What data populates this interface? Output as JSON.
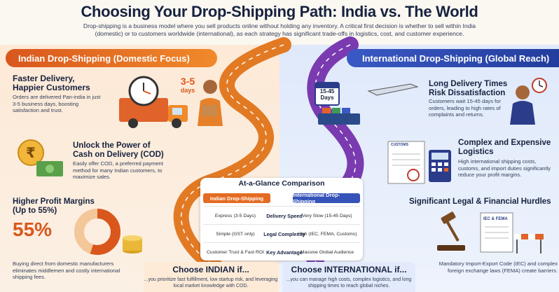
{
  "title": "Choosing Your Drop-Shipping Path: India vs. The World",
  "intro": "Drop-shipping is a business model where you sell products online without holding any inventory. A critical first decision is whether to sell within India (domestic) or to customers worldwide (international), as each strategy has significant trade-offs in logistics, cost, and customer experience.",
  "left": {
    "banner": "Indian Drop-Shipping (Domestic Focus)",
    "s1": {
      "title_1": "Faster Delivery,",
      "title_2": "Happier Customers",
      "body": "Orders are delivered Pan-india in just 3-5 business days, boosting satisfaction and trust.",
      "badge_1": "3-5",
      "badge_2": "days"
    },
    "s2": {
      "title_1": "Unlock the Power of",
      "title_2": "Cash on Delivery (COD)",
      "body": "Easily offer COD, a preferred payment method for many Indian customers, to maximize sales."
    },
    "s3": {
      "title_1": "Higher Profit Margins",
      "title_2": "(Up to 55%)",
      "percent": "55%",
      "percent_value": 55,
      "body": "Buying direct from domestic manufacturers eliminates middlemen and costly international shipping fees."
    }
  },
  "right": {
    "banner": "International Drop-Shipping (Global Reach)",
    "s1": {
      "title_1": "Long Delivery Times",
      "title_2": "Risk Dissatisfaction",
      "body": "Customers wait 15-45 days for orders, leading to high rates of complaints and returns.",
      "cal_1": "15-45",
      "cal_2": "Days"
    },
    "s2": {
      "title_1": "Complex and Expensive",
      "title_2": "Logistics",
      "body": "High international shipping costs, customs, and import duties significantly reduce your profit margins.",
      "doc_label": "CUSTOMS"
    },
    "s3": {
      "title": "Significant Legal & Financial Hurdles",
      "body": "Mandatory Import-Export Code (IEC) and complex foreign exchange laws (FEMA) create barriers.",
      "doc_label": "IEC & FEMA"
    }
  },
  "glance": {
    "title": "At-a-Glance Comparison",
    "header_left": "Indian Drop-Shipping",
    "header_right": "International Drop-Shipping",
    "rows": [
      {
        "left": "Express (3-5 Days)",
        "label": "Delivery Speed",
        "right": "Very Slow (15-45 Days)"
      },
      {
        "left": "Simple (GST only)",
        "label": "Legal Complexity",
        "right": "High (IEC, FEMA, Customs)"
      },
      {
        "left": "Customer Trust & Fast ROI",
        "label": "Key Advantage",
        "right": "Massive Global Audience"
      }
    ]
  },
  "choose": {
    "left_title": "Choose INDIAN if...",
    "left_body": "...you prioritize fast fulfillment, low startup risk, and leveraging local market knowledge with COD.",
    "right_title": "Choose INTERNATIONAL if...",
    "right_body": "...you can manage high costs, complex logistics, and long shipping times to reach global niches."
  },
  "colors": {
    "orange": "#e46b22",
    "blue": "#3553b8",
    "navy": "#16223f"
  }
}
